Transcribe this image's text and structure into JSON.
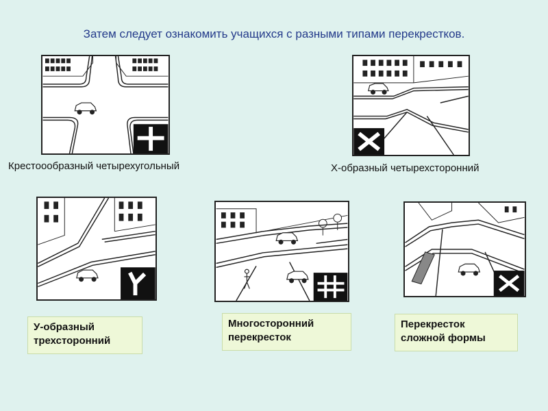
{
  "title": "Затем следует ознакомить учащихся с разными типами перекрестков.",
  "captions": {
    "cross": "Крестоообразный четырехугольный",
    "x": "Х-образный четырехсторонний",
    "y_line1": "У-образный",
    "y_line2": "трехсторонний",
    "multi_line1": "Многосторонний",
    "multi_line2": "перекресток",
    "complex_line1": "Перекресток",
    "complex_line2": "сложной формы"
  },
  "colors": {
    "background": "#dff2ee",
    "title": "#233a8a",
    "label_box": "#eef8d8"
  }
}
